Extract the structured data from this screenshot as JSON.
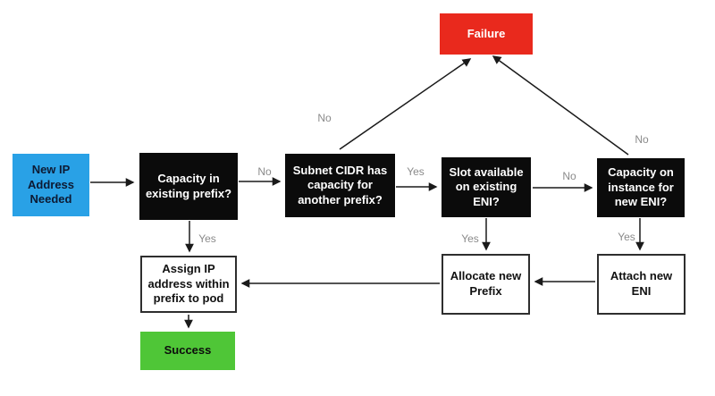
{
  "diagram": {
    "description": "Flowchart for IP address allocation with prefix delegation",
    "colors": {
      "start_fill": "#29A1E6",
      "decision_fill": "#0b0b0b",
      "decision_text": "#ffffff",
      "action_fill": "#ffffff",
      "failure_fill": "#E9291D",
      "success_fill": "#4FC637",
      "arrow": "#1a1a1a",
      "edge_label_text": "#8a8a8a"
    },
    "nodes": {
      "start": {
        "label": "New IP Address Needed",
        "type": "start"
      },
      "q_capacity_prefix": {
        "label": "Capacity in existing prefix?",
        "type": "decision"
      },
      "q_subnet_cidr": {
        "label": "Subnet CIDR has capacity for another prefix?",
        "type": "decision"
      },
      "q_slot_eni": {
        "label": "Slot available on existing ENI?",
        "type": "decision"
      },
      "q_capacity_eni": {
        "label": "Capacity on instance for new ENI?",
        "type": "decision"
      },
      "failure": {
        "label": "Failure",
        "type": "terminal-failure"
      },
      "allocate_prefix": {
        "label": "Allocate new Prefix",
        "type": "action"
      },
      "attach_eni": {
        "label": "Attach new ENI",
        "type": "action"
      },
      "assign_ip": {
        "label": "Assign IP address within prefix to pod",
        "type": "action"
      },
      "success": {
        "label": "Success",
        "type": "terminal-success"
      }
    },
    "edges": [
      {
        "from": "start",
        "to": "q_capacity_prefix",
        "label": ""
      },
      {
        "from": "q_capacity_prefix",
        "to": "q_subnet_cidr",
        "label": "No"
      },
      {
        "from": "q_subnet_cidr",
        "to": "q_slot_eni",
        "label": "Yes"
      },
      {
        "from": "q_slot_eni",
        "to": "q_capacity_eni",
        "label": "No"
      },
      {
        "from": "q_capacity_prefix",
        "to": "assign_ip",
        "label": "Yes"
      },
      {
        "from": "q_slot_eni",
        "to": "allocate_prefix",
        "label": "Yes"
      },
      {
        "from": "q_capacity_eni",
        "to": "attach_eni",
        "label": "Yes"
      },
      {
        "from": "q_subnet_cidr",
        "to": "failure",
        "label": "No"
      },
      {
        "from": "q_capacity_eni",
        "to": "failure",
        "label": "No"
      },
      {
        "from": "attach_eni",
        "to": "allocate_prefix",
        "label": ""
      },
      {
        "from": "allocate_prefix",
        "to": "assign_ip",
        "label": ""
      },
      {
        "from": "assign_ip",
        "to": "success",
        "label": ""
      }
    ]
  }
}
